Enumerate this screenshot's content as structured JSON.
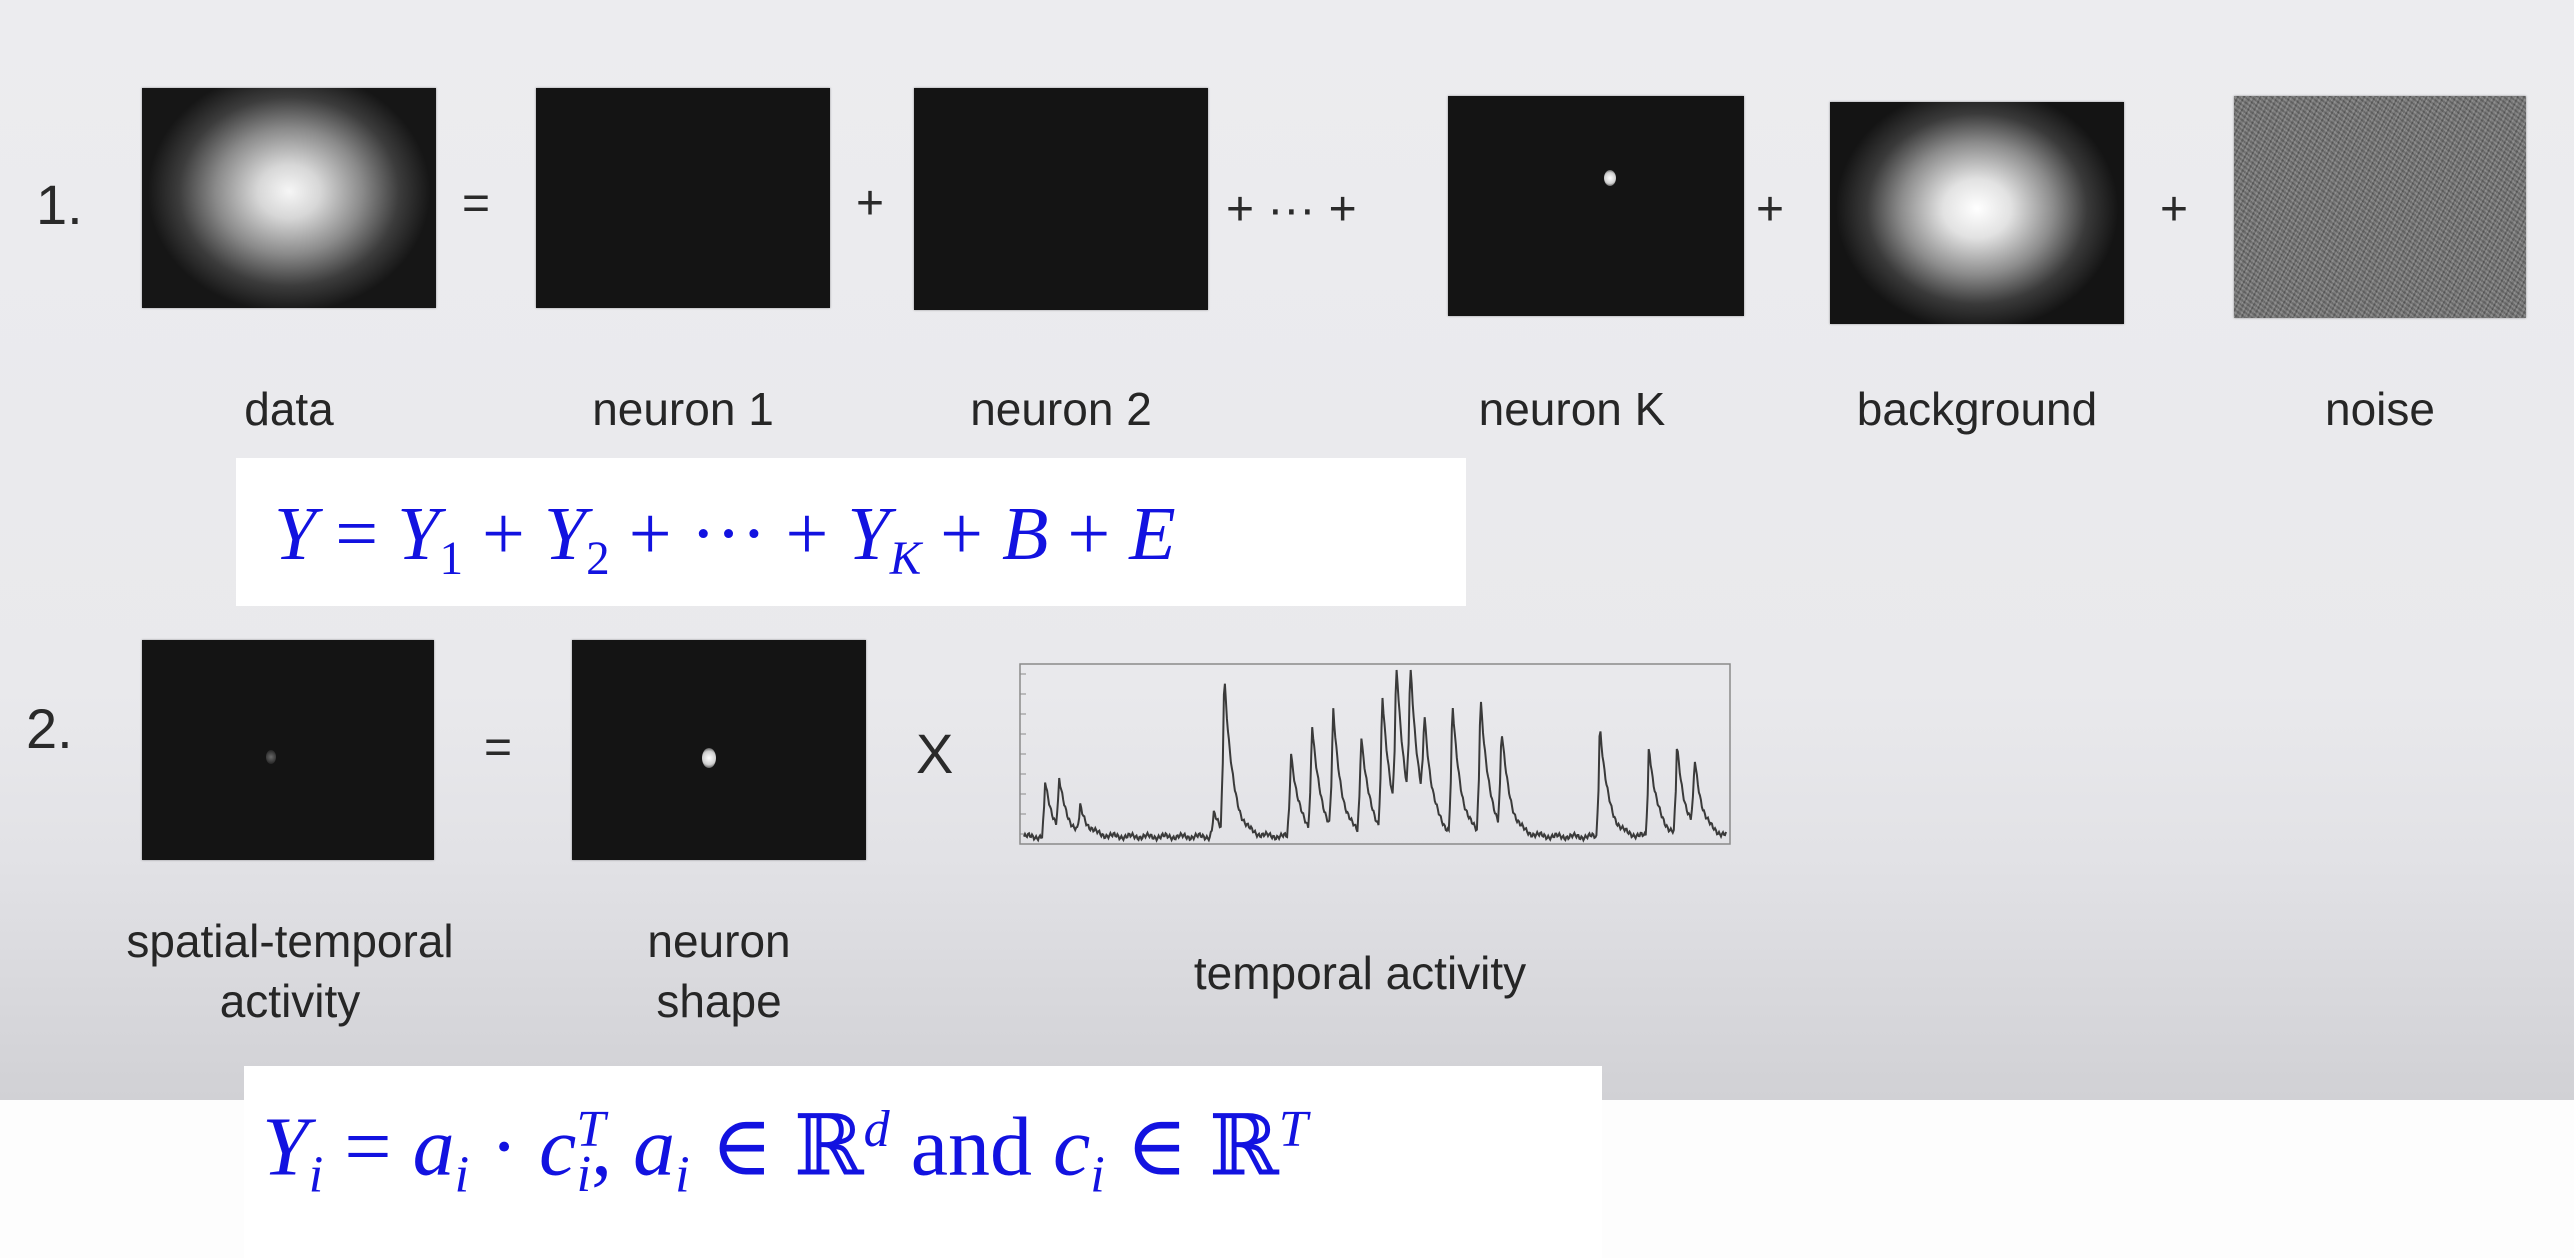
{
  "row1": {
    "number": "1.",
    "operators": [
      "=",
      "+",
      "+ ··· +",
      "+",
      "+"
    ],
    "labels": {
      "data": "data",
      "neuron1": "neuron 1",
      "neuron2": "neuron 2",
      "neuronK": "neuron K",
      "background": "background",
      "noise": "noise"
    },
    "equation": {
      "Y": "Y",
      "eq": "=",
      "Y1": "Y",
      "s1": "1",
      "plus": "+",
      "Y2": "Y",
      "s2": "2",
      "dots": "···",
      "YK": "Y",
      "sK": "K",
      "B": "B",
      "E": "E"
    }
  },
  "row2": {
    "number": "2.",
    "operators": {
      "equals": "=",
      "times": "X"
    },
    "labels": {
      "spatial_line1": "spatial-temporal",
      "spatial_line2": "activity",
      "shape_line1": "neuron",
      "shape_line2": "shape",
      "temporal": "temporal activity"
    },
    "equation": {
      "Yi": "Y",
      "i": "i",
      "eq": "=",
      "ai": "a",
      "dot": "·",
      "ci": "c",
      "T": "T",
      "comma": ",",
      "in": "∈",
      "R": "ℝ",
      "d": "d",
      "and": "and"
    }
  },
  "trace_data": {
    "type": "line",
    "peaks": [
      [
        0.03,
        0.32
      ],
      [
        0.05,
        0.28
      ],
      [
        0.08,
        0.15
      ],
      [
        0.27,
        0.14
      ],
      [
        0.285,
        0.95
      ],
      [
        0.38,
        0.52
      ],
      [
        0.41,
        0.65
      ],
      [
        0.44,
        0.72
      ],
      [
        0.48,
        0.6
      ],
      [
        0.51,
        0.82
      ],
      [
        0.53,
        0.93
      ],
      [
        0.55,
        0.88
      ],
      [
        0.57,
        0.55
      ],
      [
        0.61,
        0.78
      ],
      [
        0.65,
        0.83
      ],
      [
        0.68,
        0.58
      ],
      [
        0.82,
        0.68
      ],
      [
        0.89,
        0.55
      ],
      [
        0.93,
        0.52
      ],
      [
        0.955,
        0.4
      ]
    ]
  },
  "colors": {
    "equation_text": "#1212e0",
    "panel_bg": "#141414",
    "trace": "#3a3a3a"
  }
}
